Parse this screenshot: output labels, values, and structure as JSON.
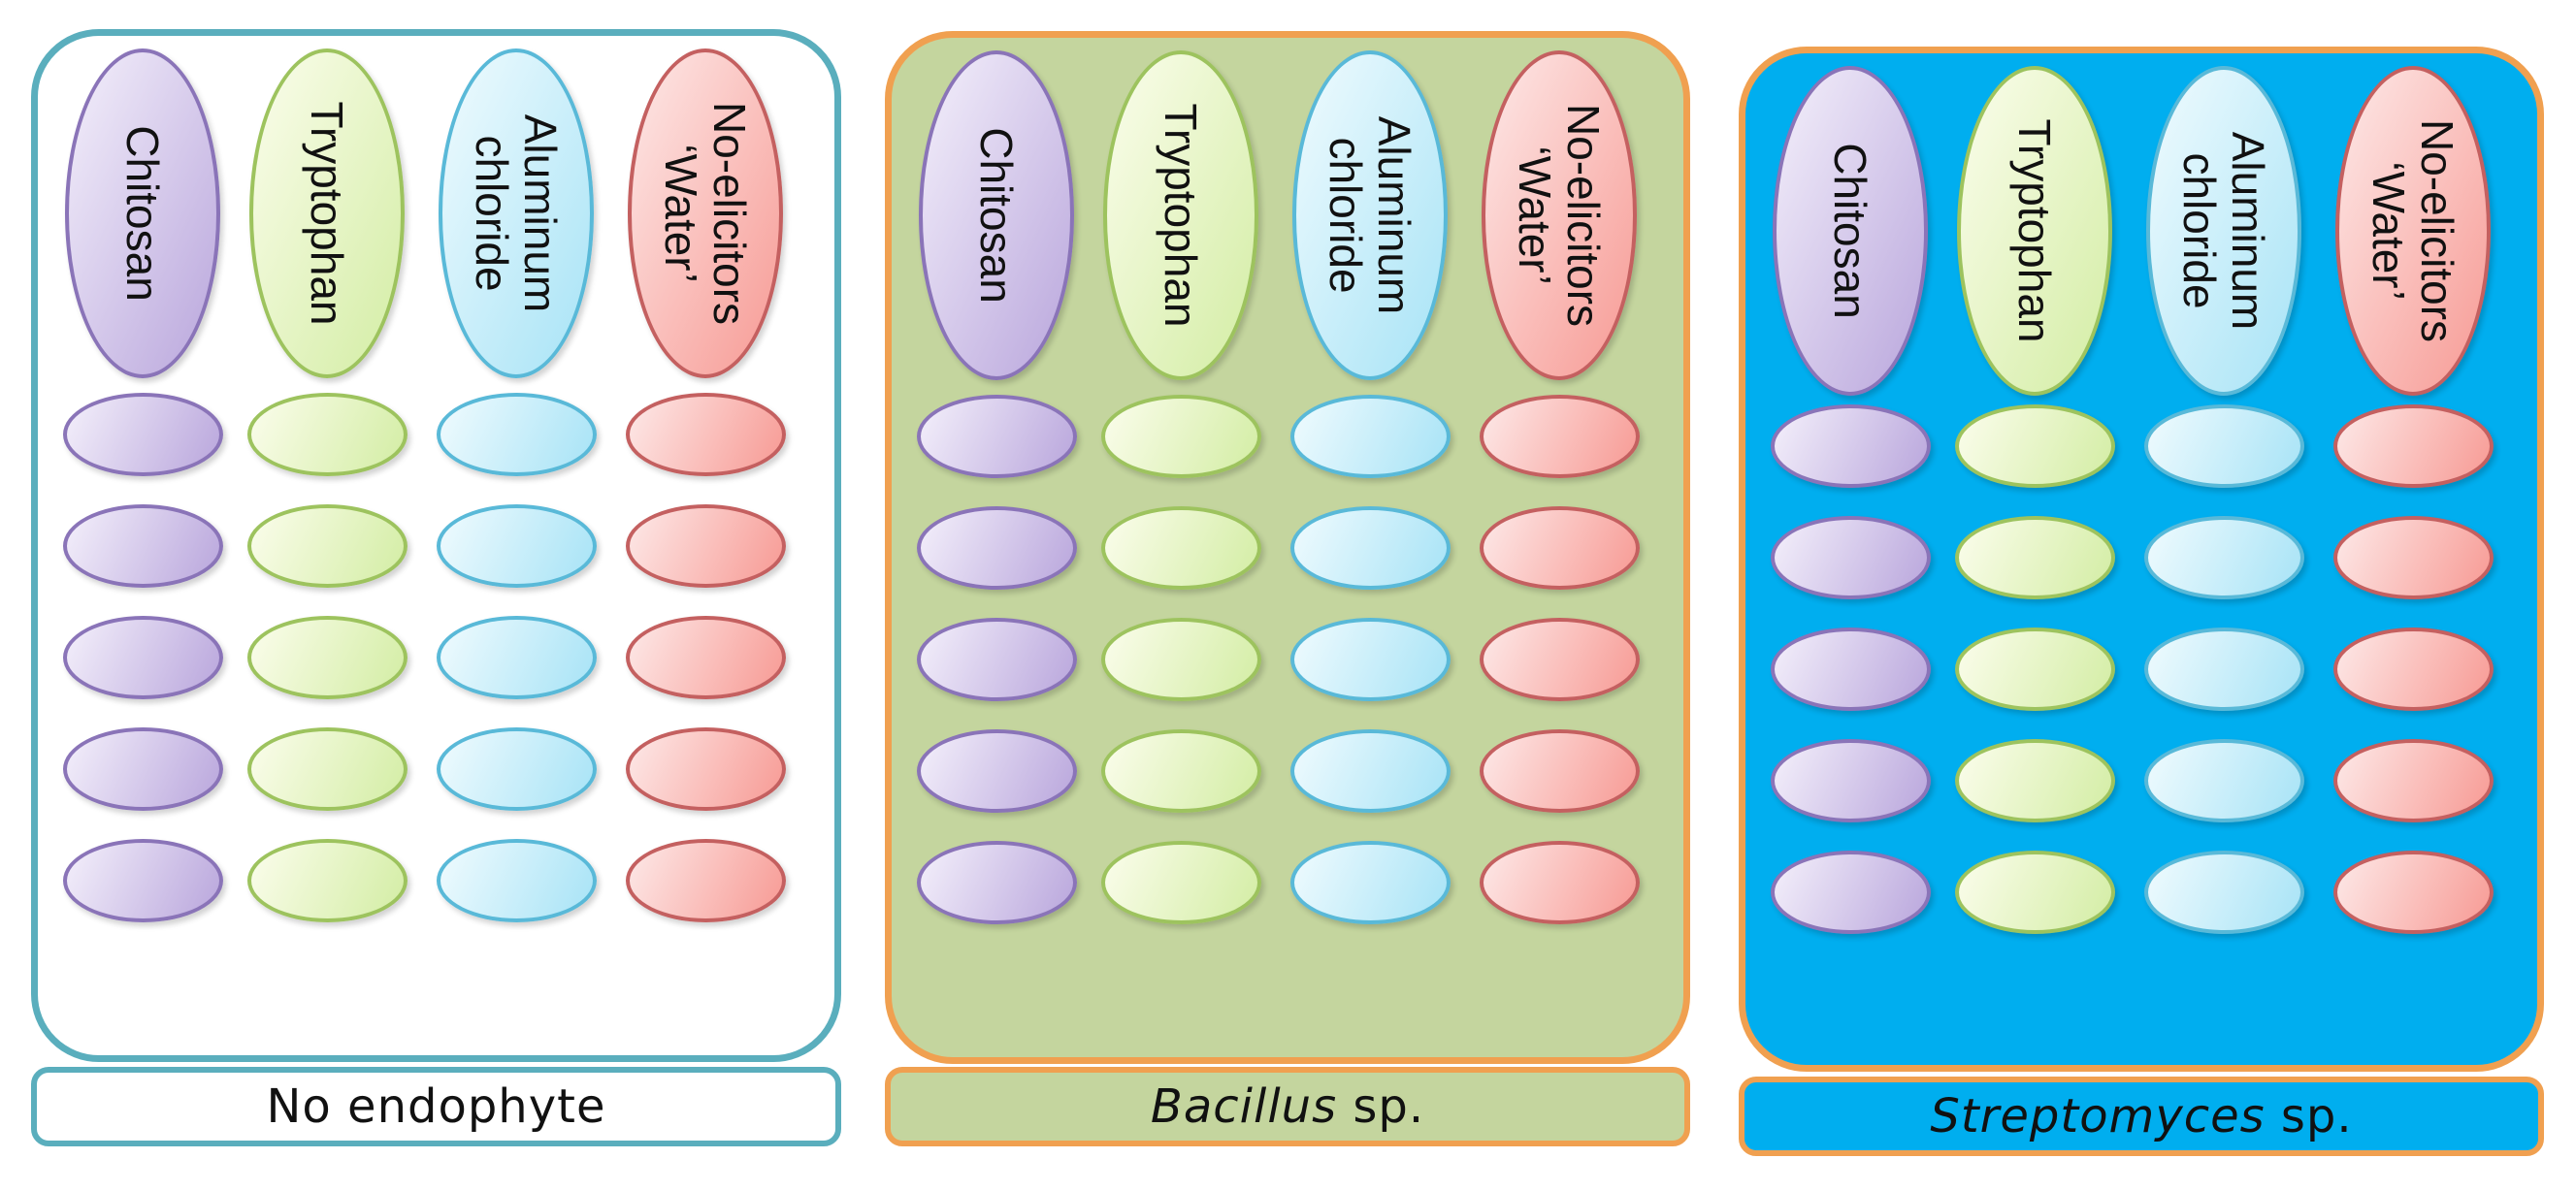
{
  "panels": [
    {
      "name": "no-endophyte",
      "label_parts": [
        {
          "text": "No endophyte",
          "italic": false
        }
      ],
      "fill": "#ffffff",
      "border": "#5aaebd",
      "label_fill": "#ffffff",
      "label_border": "#5aaebd"
    },
    {
      "name": "bacillus",
      "label_parts": [
        {
          "text": "Bacillus",
          "italic": true
        },
        {
          "text": " sp.",
          "italic": false
        }
      ],
      "fill": "#c4d59e",
      "border": "#f0a050",
      "label_fill": "#c4d59e",
      "label_border": "#f0a050"
    },
    {
      "name": "streptomyces",
      "label_parts": [
        {
          "text": "Streptomyces",
          "italic": true
        },
        {
          "text": " sp.",
          "italic": false
        }
      ],
      "fill": "#00aeef",
      "border": "#f0a050",
      "label_fill": "#00aeef",
      "label_border": "#f0a050"
    }
  ],
  "treatments": [
    {
      "name": "chitosan",
      "lines": [
        "Chitosan"
      ],
      "fill_light": "#f4f0fb",
      "fill_dark": "#b9a6dc",
      "border": "#8a74b8"
    },
    {
      "name": "tryptophan",
      "lines": [
        "Tryptophan"
      ],
      "fill_light": "#fbfdec",
      "fill_dark": "#d3eda4",
      "border": "#9dc35e"
    },
    {
      "name": "aluminum-chloride",
      "lines": [
        "Aluminum",
        "chloride"
      ],
      "fill_light": "#f0fbfe",
      "fill_dark": "#a7e3f6",
      "border": "#59b9d8"
    },
    {
      "name": "no-elicitors-water",
      "lines": [
        "No-elicitors",
        "‘Water’"
      ],
      "fill_light": "#fde9e8",
      "fill_dark": "#f79a94",
      "border": "#c46060"
    }
  ],
  "replicates": 5
}
